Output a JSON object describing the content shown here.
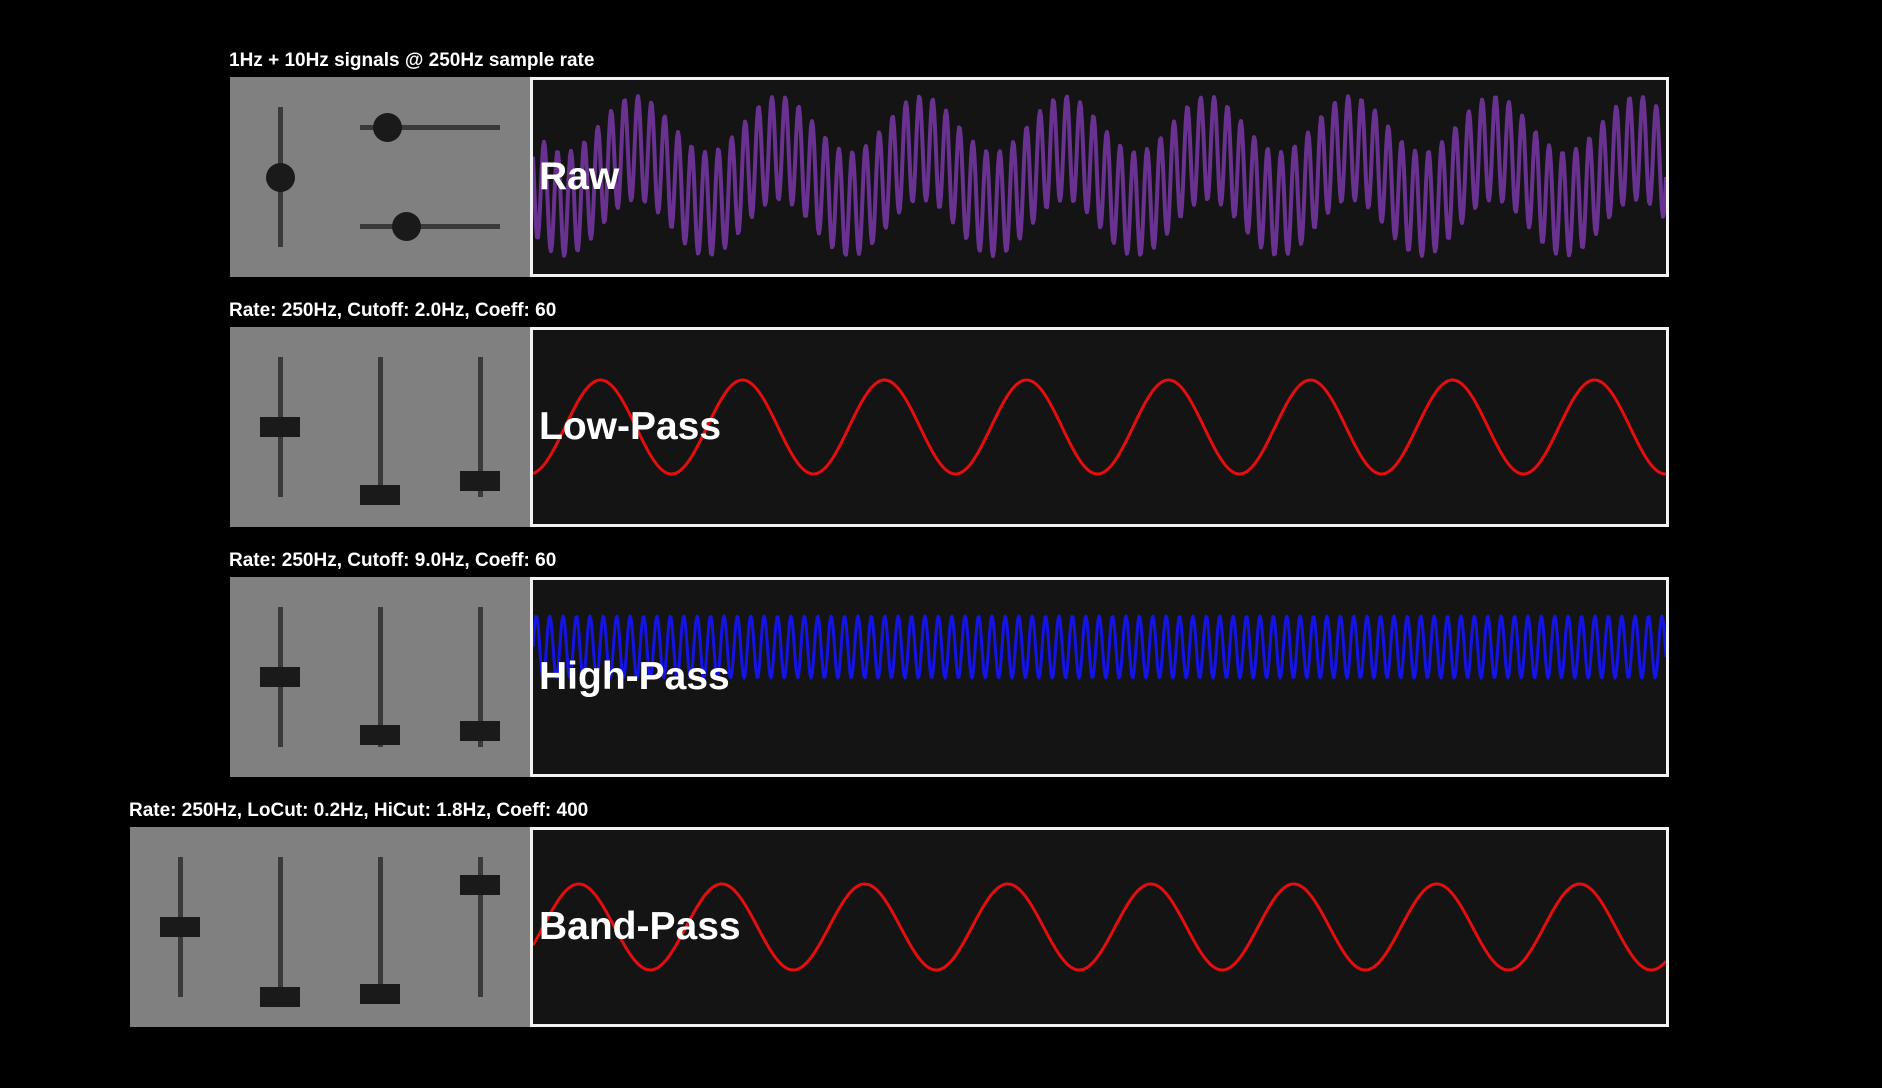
{
  "rows": [
    {
      "title": "1Hz + 10Hz signals @ 250Hz sample rate",
      "label": "Raw",
      "wave_color": "#6a3290",
      "controls": [
        {
          "kind": "vertical-slider",
          "value": 0.5
        },
        {
          "kind": "horizontal-slider",
          "value": 0.2
        },
        {
          "kind": "horizontal-slider",
          "value": 0.33
        }
      ]
    },
    {
      "title": "Rate: 250Hz, Cutoff: 2.0Hz, Coeff: 60",
      "label": "Low-Pass",
      "wave_color": "#e50e0e",
      "controls": [
        {
          "kind": "vertical-slider",
          "value": 0.5
        },
        {
          "kind": "vertical-slider",
          "value": 0.0
        },
        {
          "kind": "vertical-slider",
          "value": 0.1
        }
      ]
    },
    {
      "title": "Rate: 250Hz, Cutoff: 9.0Hz, Coeff: 60",
      "label": "High-Pass",
      "wave_color": "#1414e6",
      "controls": [
        {
          "kind": "vertical-slider",
          "value": 0.5
        },
        {
          "kind": "vertical-slider",
          "value": 0.07
        },
        {
          "kind": "vertical-slider",
          "value": 0.1
        }
      ]
    },
    {
      "title": "Rate: 250Hz, LoCut: 0.2Hz, HiCut: 1.8Hz, Coeff: 400",
      "label": "Band-Pass",
      "wave_color": "#e50e0e",
      "controls": [
        {
          "kind": "vertical-slider",
          "value": 0.5
        },
        {
          "kind": "vertical-slider",
          "value": 0.0
        },
        {
          "kind": "vertical-slider",
          "value": 0.02
        },
        {
          "kind": "vertical-slider",
          "value": 0.8
        }
      ]
    }
  ]
}
